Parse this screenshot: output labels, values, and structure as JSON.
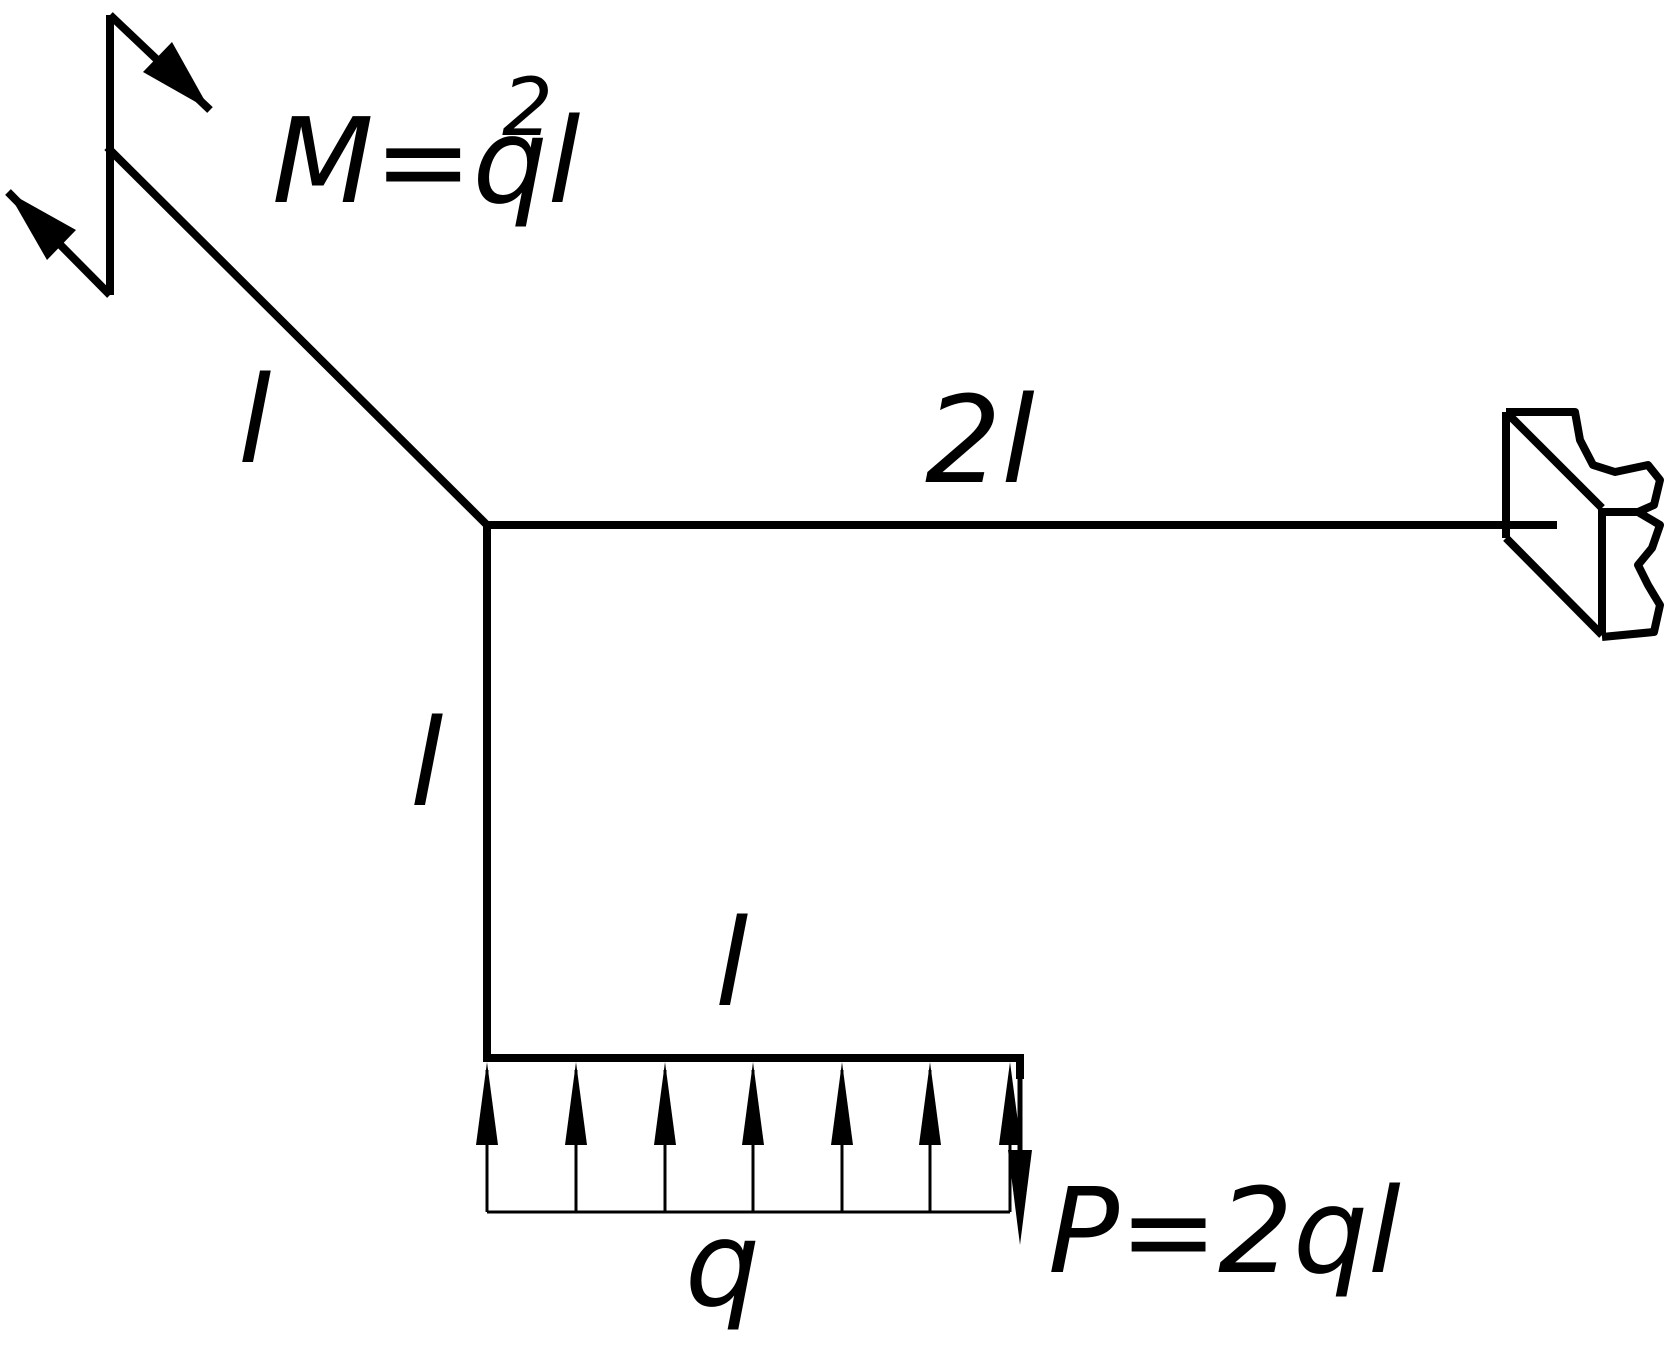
{
  "diagram": {
    "moment_label": "M=ql",
    "moment_exponent": "2",
    "force_label": "P=2ql",
    "distributed_load_label": "q",
    "length_labels": {
      "inclined_member": "l",
      "horizontal_member": "2l",
      "vertical_member": "l",
      "bottom_member": "l"
    },
    "colors": {
      "stroke": "#000000",
      "background": "#ffffff"
    },
    "icons": {
      "support": "fixed-support-icon",
      "moment": "moment-arrows-icon"
    }
  }
}
